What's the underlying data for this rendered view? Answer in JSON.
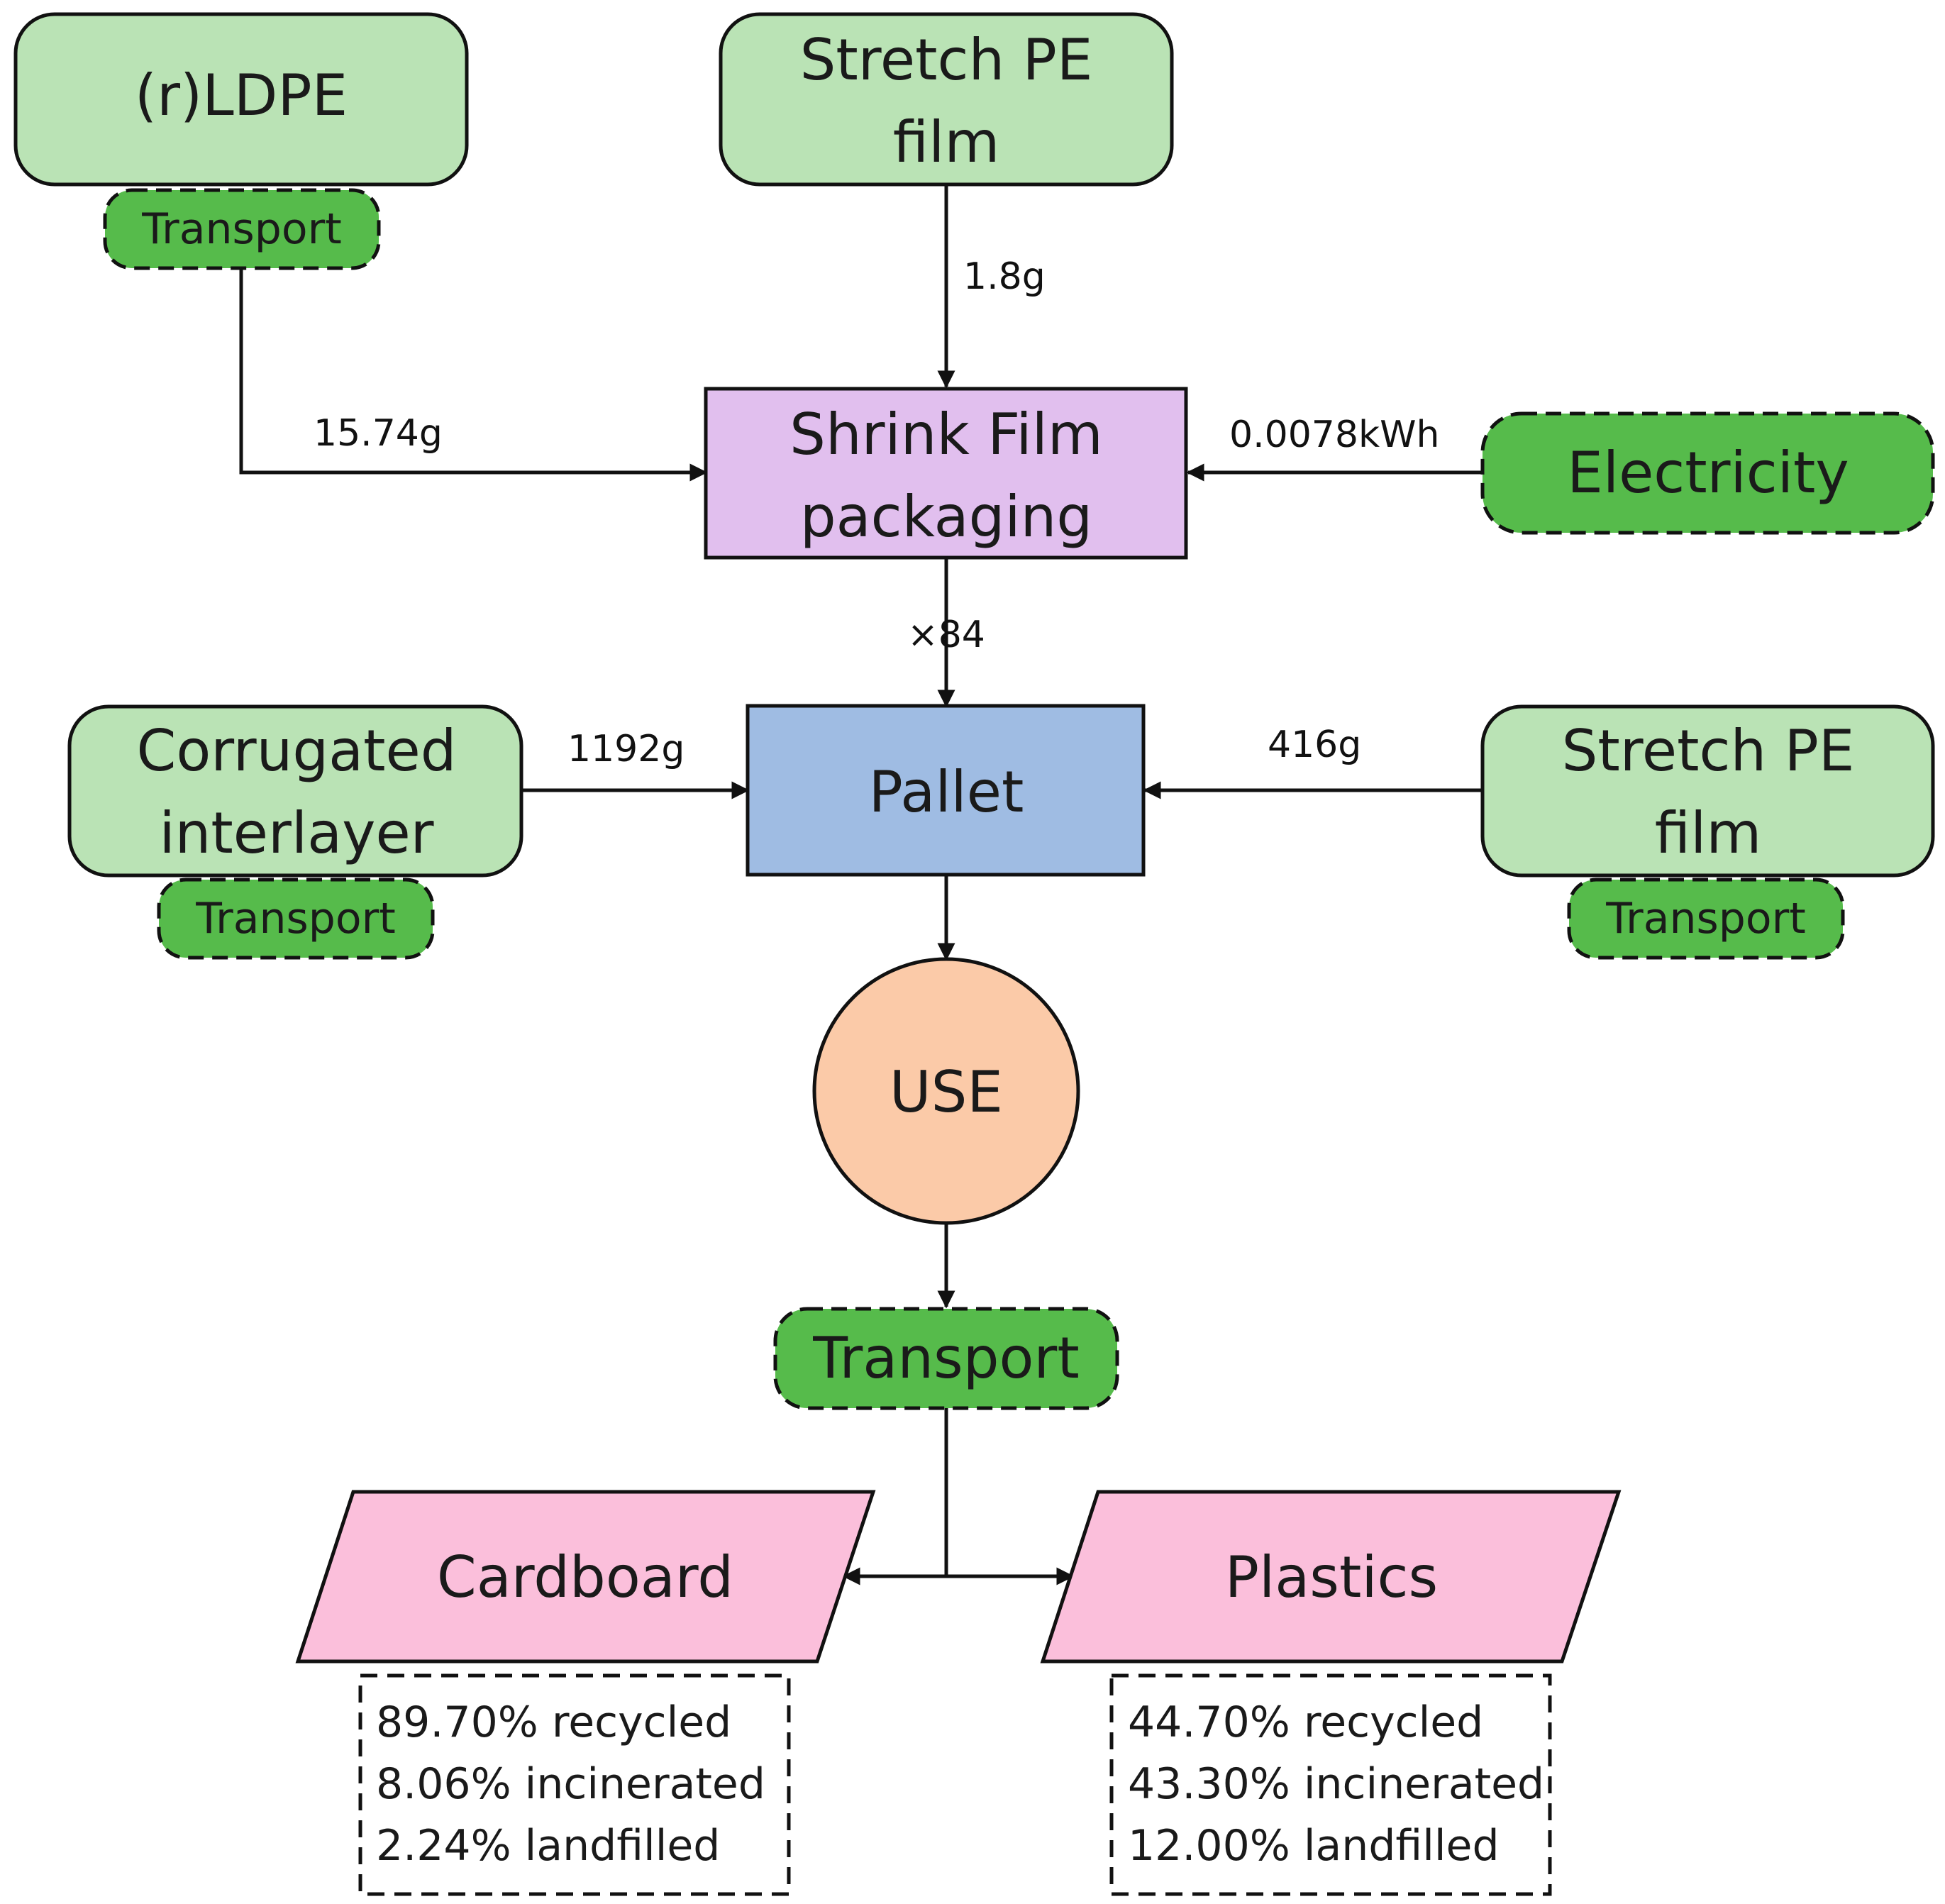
{
  "nodes": {
    "rldpe": {
      "label": "(r)LDPE"
    },
    "rldpe_transport": {
      "label": "Transport"
    },
    "stretch_film_top": {
      "lines": [
        "Stretch PE",
        "film"
      ]
    },
    "shrink_film": {
      "lines": [
        "Shrink Film",
        "packaging"
      ]
    },
    "electricity": {
      "label": "Electricity"
    },
    "corrugated": {
      "lines": [
        "Corrugated",
        "interlayer"
      ]
    },
    "corrugated_transport": {
      "label": "Transport"
    },
    "pallet": {
      "label": "Pallet"
    },
    "stretch_film_right": {
      "lines": [
        "Stretch PE",
        "film"
      ]
    },
    "stretch_film_right_transport": {
      "label": "Transport"
    },
    "use": {
      "label": "USE"
    },
    "eol_transport": {
      "label": "Transport"
    },
    "cardboard": {
      "label": "Cardboard"
    },
    "plastics": {
      "label": "Plastics"
    }
  },
  "edge_labels": {
    "stretch_top_to_shrink": "1.8g",
    "rldpe_to_shrink": "15.74g",
    "electricity_to_shrink": "0.0078kWh",
    "shrink_to_pallet": "×84",
    "corrugated_to_pallet": "1192g",
    "stretch_right_to_pallet": "416g"
  },
  "end_of_life": {
    "cardboard": [
      "89.70% recycled",
      "8.06% incinerated",
      "2.24% landfilled"
    ],
    "plastics": [
      "44.70% recycled",
      "43.30% incinerated",
      "12.00% landfilled"
    ]
  },
  "colors": {
    "material": "#bae3b5",
    "transport": "#56bb4b",
    "process": "#e1bfee",
    "pallet": "#9fbce3",
    "use": "#fbcaa8",
    "waste": "#fbbfdb",
    "stroke": "#111111"
  }
}
